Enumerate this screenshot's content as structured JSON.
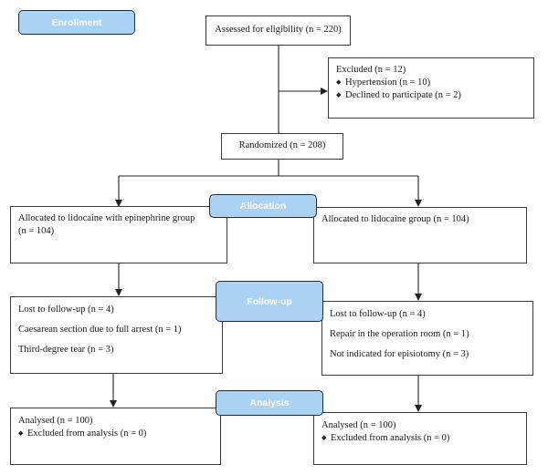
{
  "stages": {
    "enrollment": "Enrollment",
    "allocation": "Allocation",
    "followup": "Follow-up",
    "analysis": "Analysis"
  },
  "assessed": "Assessed for eligibility (n = 220)",
  "excluded": {
    "title": "Excluded (n = 12)",
    "items": [
      "Hypertension (n = 10)",
      "Declined to participate (n = 2)"
    ]
  },
  "randomized": "Randomized (n = 208)",
  "allocation": {
    "left": {
      "line1": "Allocated to lidocaine with epinephrine group",
      "line2": "(n = 104)"
    },
    "right": "Allocated to lidocaine group (n = 104)"
  },
  "followup": {
    "left": {
      "lost": "Lost to follow-up (n = 4)",
      "reason1": "Caesarean section due to full arrest (n = 1)",
      "reason2": "Third-degree tear (n = 3)"
    },
    "right": {
      "lost": "Lost to follow-up (n = 4)",
      "reason1": "Repair in the operation room (n = 1)",
      "reason2": "Not indicated for episiotomy (n = 3)"
    }
  },
  "analysis": {
    "left": {
      "analysed": "Analysed (n = 100)",
      "excluded": "Excluded from analysis (n = 0)"
    },
    "right": {
      "analysed": "Analysed (n = 100)",
      "excluded": "Excluded from analysis (n = 0)"
    }
  }
}
